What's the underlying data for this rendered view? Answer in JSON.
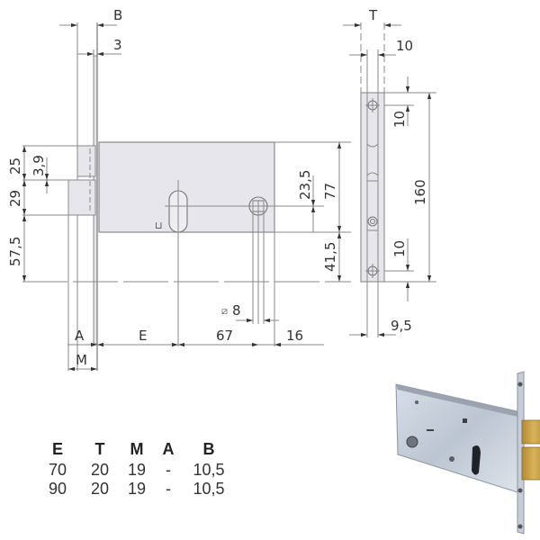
{
  "dimensions": {
    "B": "B",
    "three": "3",
    "T": "T",
    "ten_top": "10",
    "d25": "25",
    "d3_9": "3,9",
    "d29": "29",
    "d57_5": "57,5",
    "d23_5": "23,5",
    "d77": "77",
    "d41_5": "41,5",
    "d160": "160",
    "d10_upper": "10",
    "d10_lower": "10",
    "d9_5": "9,5",
    "d8": "8",
    "A": "A",
    "E": "E",
    "d67": "67",
    "d16": "16",
    "M": "M"
  },
  "spec_table": {
    "headers": [
      "E",
      "T",
      "M",
      "A",
      "B"
    ],
    "rows": [
      [
        "70",
        "20",
        "19",
        "-",
        "10,5"
      ],
      [
        "90",
        "20",
        "19",
        "-",
        "10,5"
      ]
    ]
  },
  "colors": {
    "body_fill": "#e6e6ec",
    "line": "#8a8a8a",
    "text": "#333333",
    "brass": "#c9a24a",
    "steel": "#c4ccd6"
  }
}
